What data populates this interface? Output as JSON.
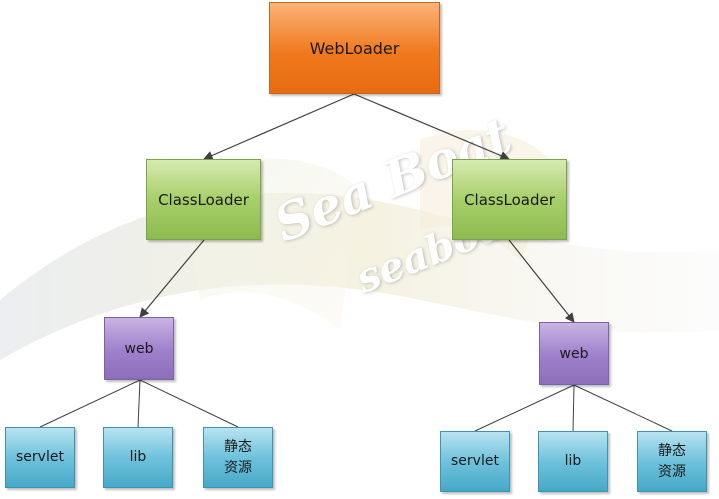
{
  "watermark": {
    "line1": "Sea Boat",
    "line2": "seaboat"
  },
  "nodes": {
    "root": "WebLoader",
    "left_classloader": "ClassLoader",
    "right_classloader": "ClassLoader",
    "left_web": "web",
    "right_web": "web",
    "left_servlet": "servlet",
    "left_lib": "lib",
    "left_static_1": "静态",
    "left_static_2": "资源",
    "right_servlet": "servlet",
    "right_lib": "lib",
    "right_static_1": "静态",
    "right_static_2": "资源"
  },
  "colors": {
    "root": "#f08a2e",
    "classloader": "#a7cf6a",
    "web": "#9d7fcb",
    "leaf": "#6fc2dc",
    "connector": "#404040"
  }
}
